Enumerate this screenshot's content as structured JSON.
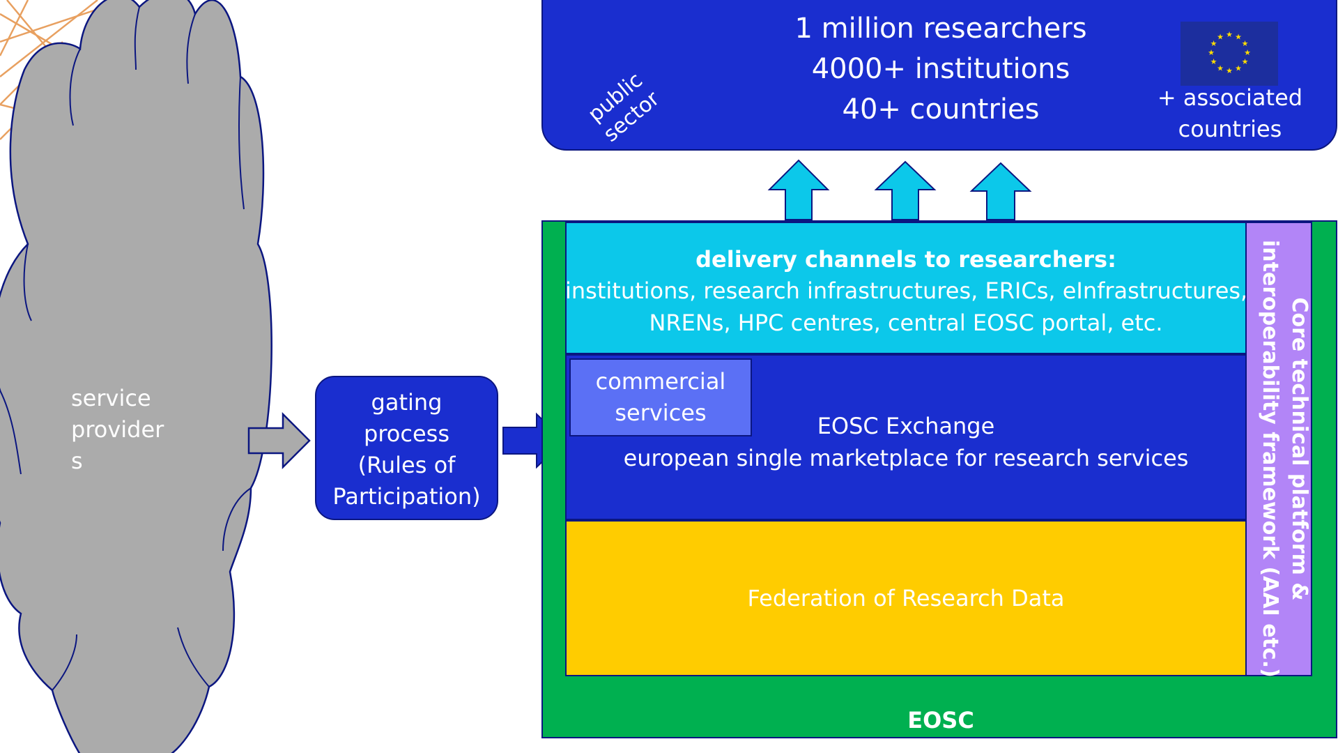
{
  "colors": {
    "public_sector_box": "#1A2ECF",
    "eosc_frame": "#00B050",
    "delivery_layer": "#0CC8EA",
    "exchange_layer": "#1A2ECF",
    "commercial_box": "#5B70F5",
    "federation_layer": "#FFCC00",
    "core_platform": "#B285F7",
    "cloud": "#ABABAB",
    "outline": "#0B1680",
    "network_lines": "#E8A060",
    "up_arrows": "#0CC8EA"
  },
  "public_sector": {
    "label_line1": "public",
    "label_line2": "sector",
    "stats": [
      "1 million researchers",
      "4000+ institutions",
      "40+ countries"
    ],
    "associated_line1": "+ associated",
    "associated_line2": "countries",
    "flag_icon": "eu-flag-icon"
  },
  "cloud": {
    "line1": "service",
    "line2": "provider",
    "line3": "s"
  },
  "gating": {
    "line1": "gating",
    "line2": "process",
    "line3": "(Rules of",
    "line4": "Participation)"
  },
  "eosc": {
    "label": "EOSC",
    "delivery": {
      "title": "delivery channels to researchers:",
      "line1": "institutions, research infrastructures, ERICs, eInfrastructures,",
      "line2": "NRENs, HPC centres, central EOSC portal, etc."
    },
    "exchange": {
      "line1": "EOSC Exchange",
      "line2": "european single marketplace for research services"
    },
    "commercial": {
      "line1": "commercial",
      "line2": "services"
    },
    "federation": "Federation of Research Data",
    "core": {
      "line1": "Core technical platform &",
      "line2": "interoperability framework (AAI etc.)"
    }
  }
}
